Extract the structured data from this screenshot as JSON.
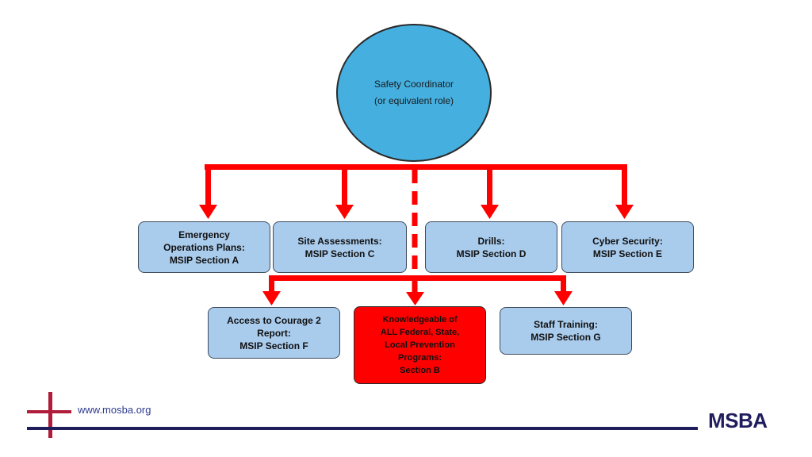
{
  "coordinator": {
    "line1": "Safety Coordinator",
    "line2": "(or equivalent role)"
  },
  "boxes": {
    "eop": {
      "lines": [
        "Emergency",
        "Operations Plans:",
        "MSIP Section A"
      ]
    },
    "site": {
      "lines": [
        "Site Assessments:",
        "MSIP Section C"
      ]
    },
    "drills": {
      "lines": [
        "Drills:",
        "MSIP Section D"
      ]
    },
    "cyber": {
      "lines": [
        "Cyber Security:",
        "MSIP Section E"
      ]
    },
    "courage": {
      "lines": [
        "Access to Courage 2",
        "Report:",
        "MSIP Section F"
      ]
    },
    "knowledgeable": {
      "lines": [
        "Knowledgeable of",
        "ALL Federal, State,",
        "Local Prevention",
        "Programs:",
        "Section B"
      ]
    },
    "training": {
      "lines": [
        "Staff Training:",
        "MSIP Section G"
      ]
    }
  },
  "footer": {
    "url": "www.mosba.org",
    "logo": "MSBA"
  },
  "colors": {
    "connector": "#ff0000",
    "coordinator_fill": "#45b0e0",
    "box_fill": "#a9cbec",
    "highlight_box_fill": "#ff0000",
    "brand_navy": "#1f1d5c",
    "brand_maroon": "#b01c3a"
  }
}
